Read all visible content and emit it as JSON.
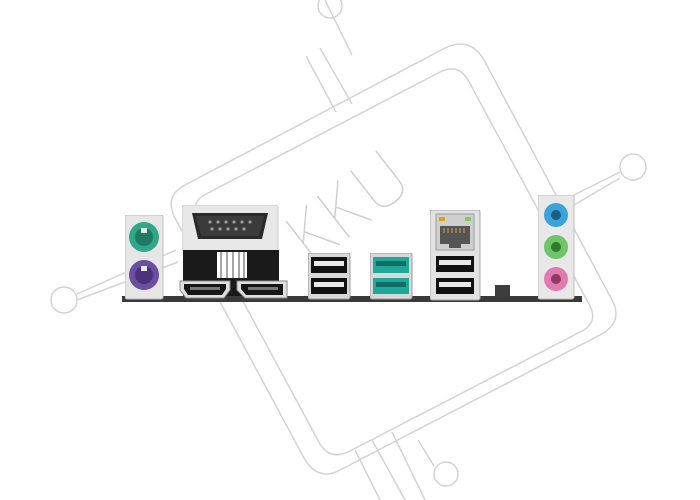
{
  "watermark": {
    "text": "KKU",
    "color": "#d0d0d0"
  },
  "io_panel": {
    "ports": [
      {
        "name": "ps2-keyboard-port",
        "color": "#2fa88a"
      },
      {
        "name": "ps2-mouse-port",
        "color": "#6a4fa3"
      },
      {
        "name": "vga-port",
        "color": "#1c1c1c"
      },
      {
        "name": "hdmi-port",
        "color": "#161616"
      },
      {
        "name": "displayport-port",
        "color": "#161616"
      },
      {
        "name": "usb2-port-top",
        "color": "#111111"
      },
      {
        "name": "usb2-port-bottom",
        "color": "#111111"
      },
      {
        "name": "usb3-port-top",
        "color": "#1ea89a"
      },
      {
        "name": "usb3-port-bottom",
        "color": "#1ea89a"
      },
      {
        "name": "ethernet-port",
        "color": "#444444"
      },
      {
        "name": "usb-port-under-lan-top",
        "color": "#111111"
      },
      {
        "name": "usb-port-under-lan-bottom",
        "color": "#111111"
      },
      {
        "name": "audio-line-in-jack",
        "color": "#3aa3d9"
      },
      {
        "name": "audio-line-out-jack",
        "color": "#6fc46a"
      },
      {
        "name": "audio-mic-jack",
        "color": "#e27ab0"
      }
    ]
  }
}
